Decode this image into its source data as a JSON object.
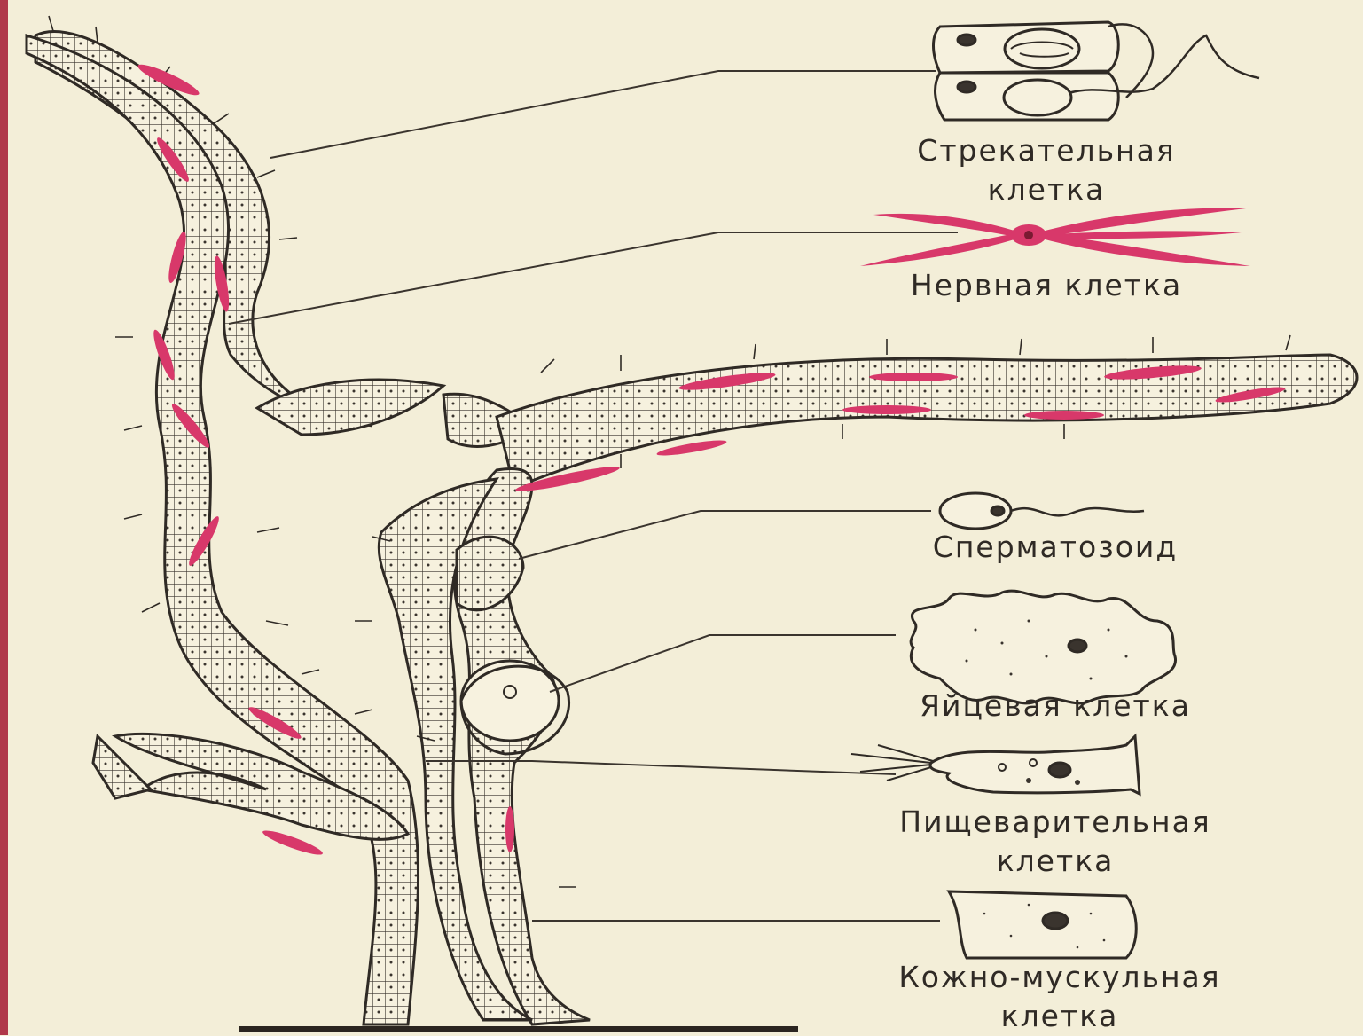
{
  "labels": {
    "cnidocyte": {
      "line1": "Стрекательная",
      "line2": "клетка"
    },
    "nerve": {
      "line1": "Нервная  клетка"
    },
    "sperm": {
      "line1": "Сперматозоид"
    },
    "egg": {
      "line1": "Яйцевая  клетка"
    },
    "digestive": {
      "line1": "Пищеварительная",
      "line2": "клетка"
    },
    "epithelial_muscle": {
      "line1": "Кожно-мускульная",
      "line2": "клетка"
    }
  },
  "colors": {
    "background": "#f3eed8",
    "ink": "#3a342e",
    "nerve": "#d8386a",
    "frame": "#b0384a"
  }
}
